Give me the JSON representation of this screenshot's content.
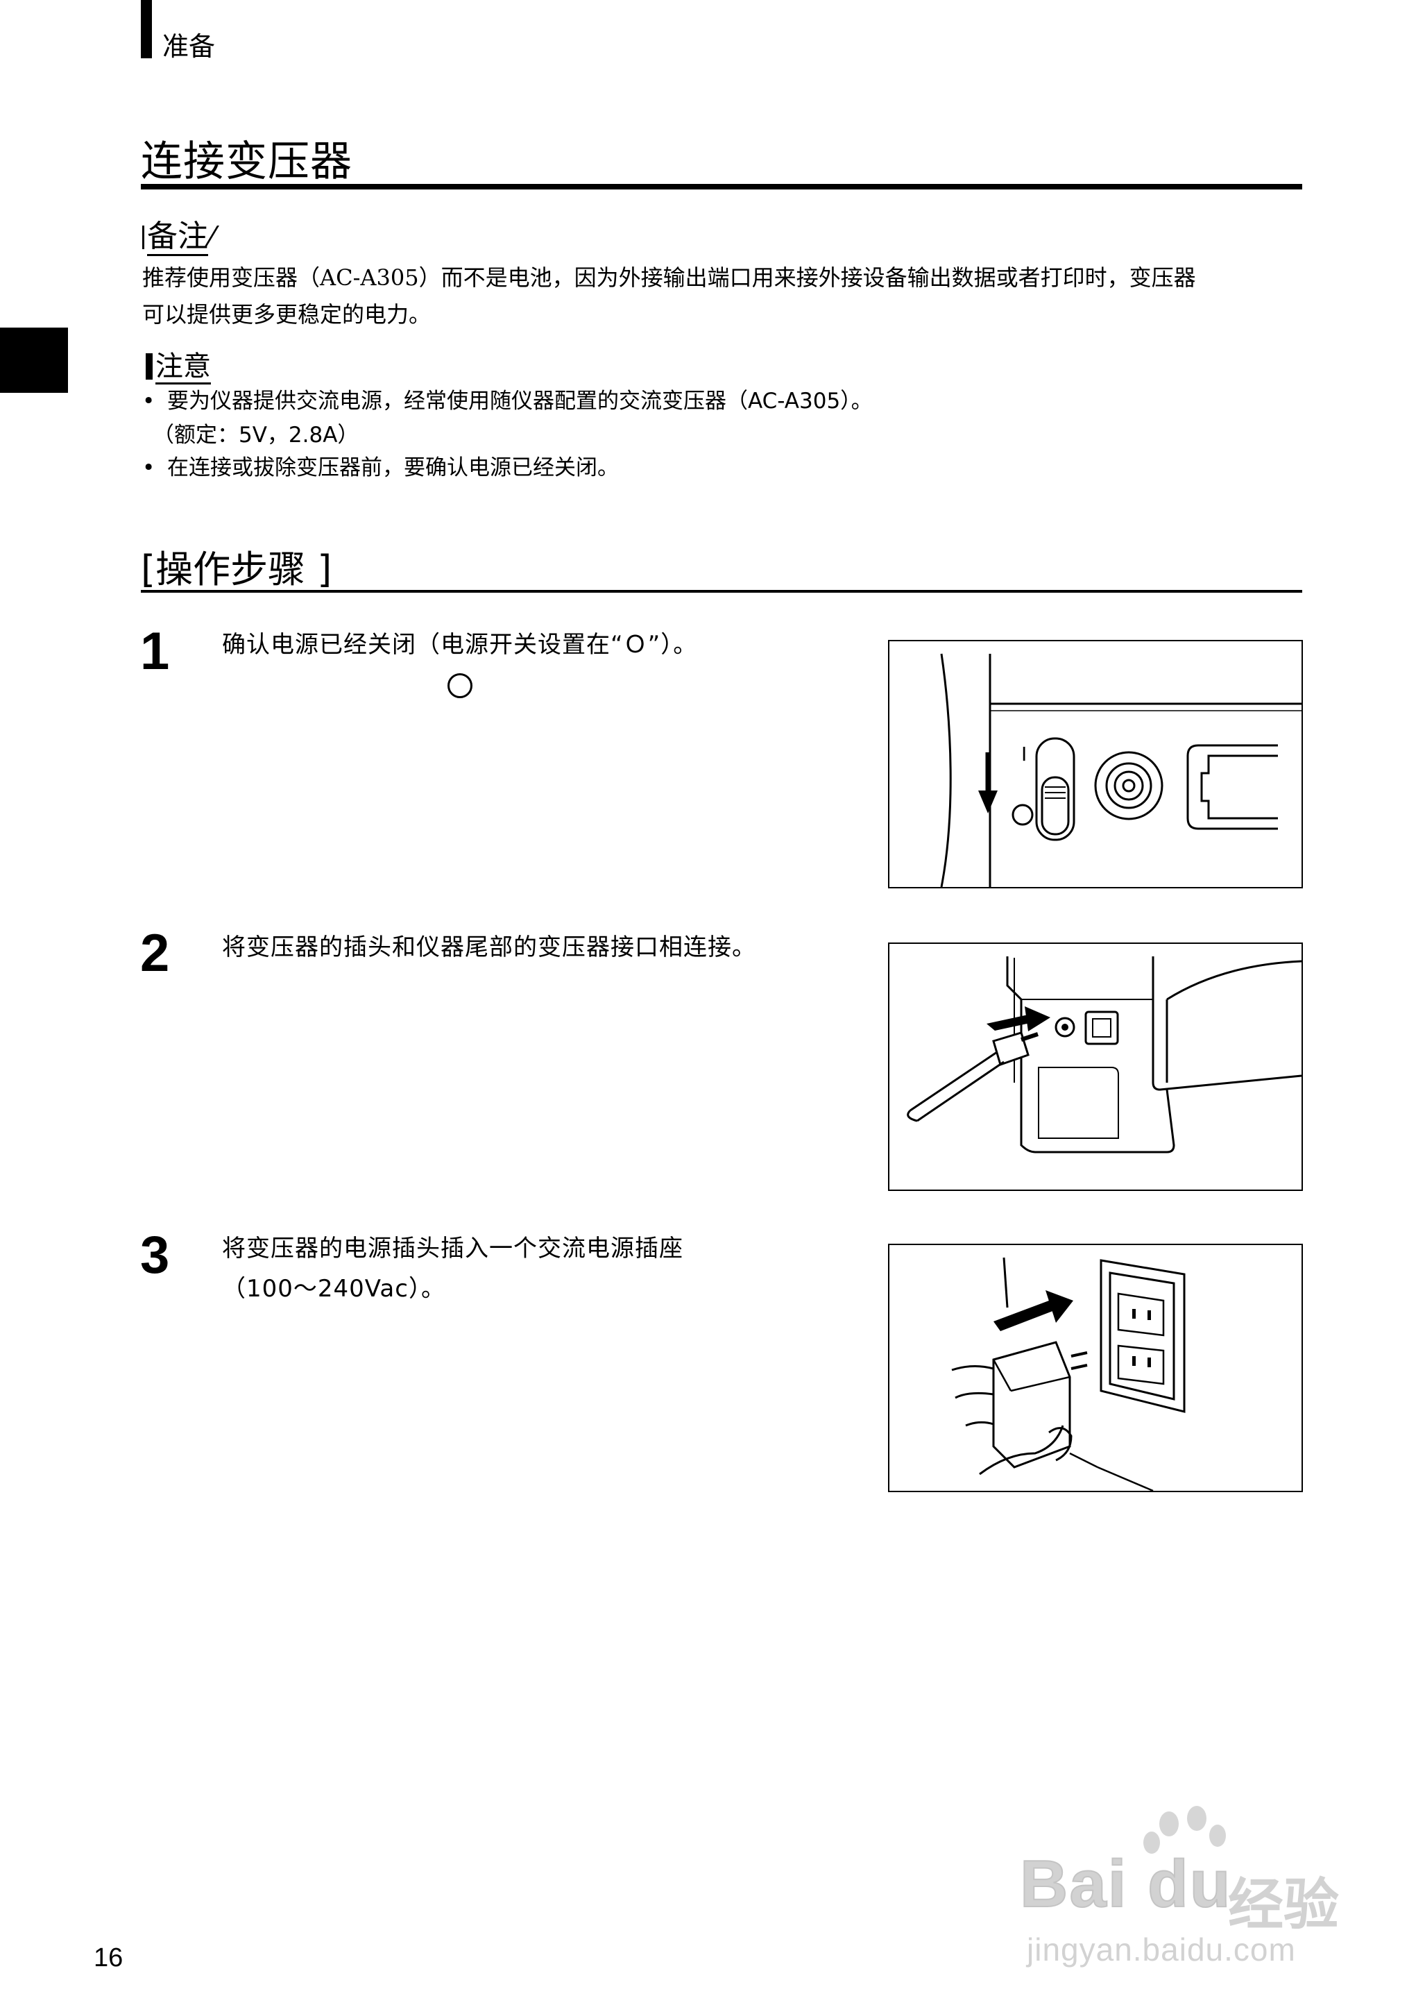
{
  "header": {
    "section": "准备"
  },
  "title": "连接变压器",
  "memo": {
    "label": "备注",
    "lines": [
      "推荐使用变压器（AC-A305）而不是电池，因为外接输出端口用来接外接设备输出数据或者打印时，变压器",
      "可以提供更多更稳定的电力。"
    ]
  },
  "caution": {
    "label": "注意",
    "items": [
      "要为仪器提供交流电源，经常使用随仪器配置的交流变压器（AC-A305）。",
      "（额定：5V，2.8A）",
      "在连接或拔除变压器前，要确认电源已经关闭。"
    ]
  },
  "procedure": {
    "title": "[操作步骤 ]",
    "steps": [
      {
        "number": "1",
        "lines": [
          "确认电源已经关闭（电源开关设置在“Ｏ”）。"
        ]
      },
      {
        "number": "2",
        "lines": [
          "将变压器的插头和仪器尾部的变压器接口相连接。"
        ]
      },
      {
        "number": "3",
        "lines": [
          "将变压器的电源插头插入一个交流电源插座",
          "（100～240Vac）。"
        ]
      }
    ]
  },
  "figure_labels": {
    "switch_on": "I"
  },
  "page_number": "16",
  "watermark": {
    "brand": "Bai du",
    "brand_cn": "经验",
    "url": "jingyan.baidu.com"
  }
}
